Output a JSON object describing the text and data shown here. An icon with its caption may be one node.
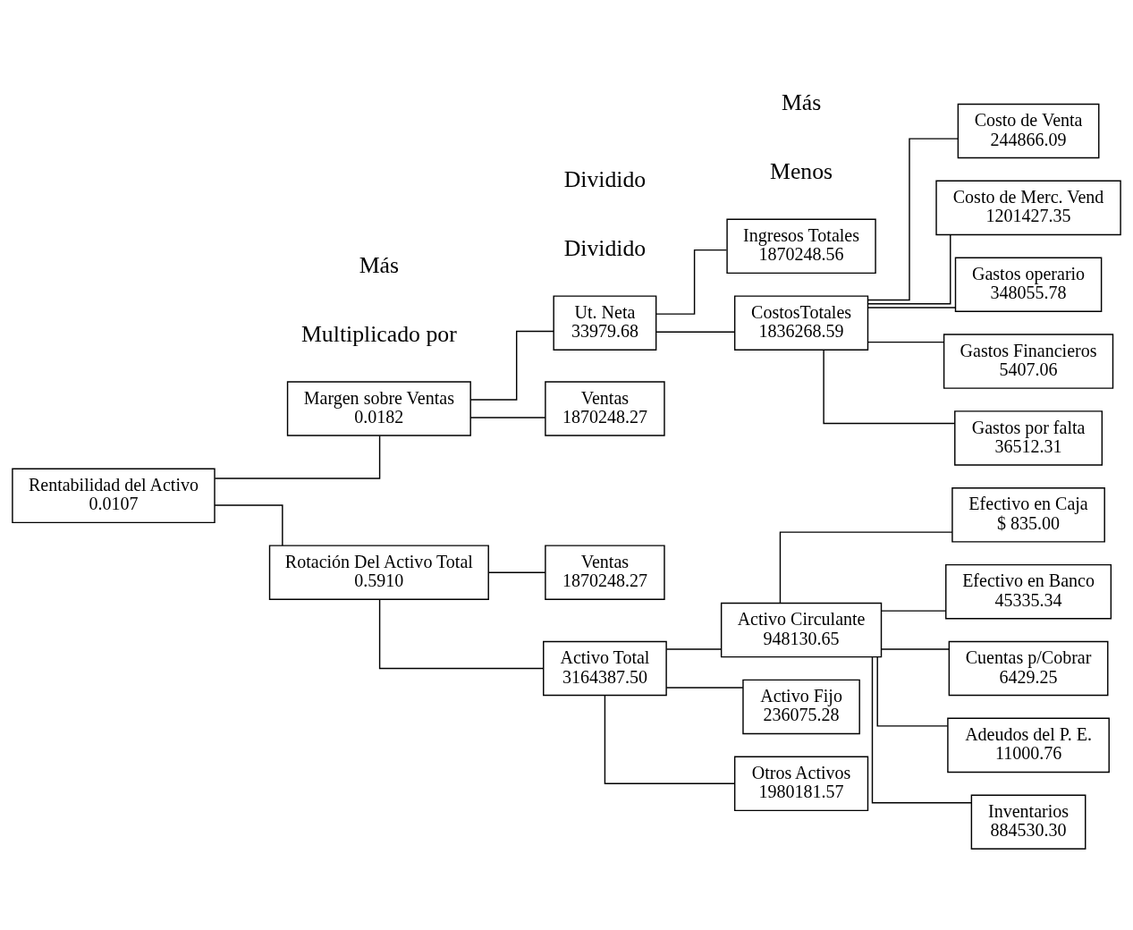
{
  "diagram": {
    "nodes": [
      {
        "text": [
          "Rentabilidad del Activo",
          "0.0107"
        ]
      },
      {
        "text": [
          "Margen sobre Ventas",
          "0.0182"
        ]
      },
      {
        "text": [
          "Rotación Del Activo Total",
          "0.5910"
        ]
      },
      {
        "text": [
          "Ut. Neta",
          "33979.68"
        ]
      },
      {
        "text": [
          "Ventas",
          "1870248.27"
        ]
      },
      {
        "text": [
          "Ingresos Totales",
          "1870248.56"
        ]
      },
      {
        "text": [
          "CostosTotales",
          "1836268.59"
        ]
      },
      {
        "text": [
          "Costo de Venta",
          "244866.09"
        ]
      },
      {
        "text": [
          "Costo de Merc. Vend",
          "1201427.35"
        ]
      },
      {
        "text": [
          "Gastos operario",
          "348055.78"
        ]
      },
      {
        "text": [
          "Gastos Financieros",
          "5407.06"
        ]
      },
      {
        "text": [
          "Gastos por falta",
          "36512.31"
        ]
      },
      {
        "text": [
          "Ventas",
          "1870248.27"
        ]
      },
      {
        "text": [
          "Activo Total",
          "3164387.50"
        ]
      },
      {
        "text": [
          "Activo Circulante",
          "948130.65"
        ]
      },
      {
        "text": [
          "Activo Fijo",
          "236075.28"
        ]
      },
      {
        "text": [
          "Otros Activos",
          "1980181.57"
        ]
      },
      {
        "text": [
          "Efectivo en Caja",
          "$ 835.00"
        ]
      },
      {
        "text": [
          "Efectivo en Banco",
          "45335.34"
        ]
      },
      {
        "text": [
          "Cuentas p/Cobrar",
          "6429.25"
        ]
      },
      {
        "text": [
          "Adeudos del P. E.",
          "11000.76"
        ]
      },
      {
        "text": [
          "Inventarios",
          "884530.30"
        ]
      }
    ],
    "edges": [
      {
        "from": 0,
        "to": 1,
        "arrow": "none"
      },
      {
        "from": 0,
        "to": 2,
        "arrow": "none"
      },
      {
        "from": 1,
        "to": 3,
        "arrow": "none"
      },
      {
        "from": 1,
        "to": 4,
        "arrow": "none"
      },
      {
        "from": 3,
        "to": 5,
        "arrow": "none"
      },
      {
        "from": 3,
        "to": 6,
        "arrow": "none"
      },
      {
        "from": 6,
        "to": 7,
        "arrow": "none"
      },
      {
        "from": 6,
        "to": 8,
        "arrow": "none"
      },
      {
        "from": 6,
        "to": 9,
        "arrow": "none"
      },
      {
        "from": 6,
        "to": 10,
        "arrow": "none"
      },
      {
        "from": 6,
        "to": 11,
        "arrow": "none"
      },
      {
        "from": 2,
        "to": 12,
        "arrow": "none"
      },
      {
        "from": 2,
        "to": 13,
        "arrow": "none"
      },
      {
        "from": 13,
        "to": 14,
        "arrow": "none"
      },
      {
        "from": 13,
        "to": 15,
        "arrow": "none"
      },
      {
        "from": 13,
        "to": 16,
        "arrow": "none"
      },
      {
        "from": 14,
        "to": 17,
        "arrow": "none"
      },
      {
        "from": 14,
        "to": 18,
        "arrow": "none"
      },
      {
        "from": 14,
        "to": 19,
        "arrow": "none"
      },
      {
        "from": 14,
        "to": 20,
        "arrow": "none"
      },
      {
        "from": 14,
        "to": 21,
        "arrow": "none"
      }
    ],
    "labels": [
      "Menos",
      "Dividido",
      "Multiplicado por",
      "Dividido",
      "Más",
      "Más"
    ]
  }
}
